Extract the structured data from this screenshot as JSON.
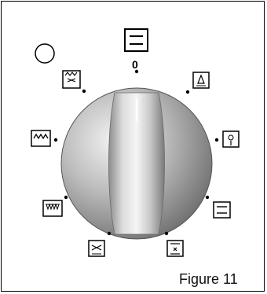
{
  "dial": {
    "zero_label": "0",
    "positions": [
      {
        "name": "off-icon",
        "symbol": "off"
      },
      {
        "name": "defrost-lamp-icon",
        "symbol": "lamp"
      },
      {
        "name": "fan-bottom-icon",
        "symbol": "fan-bottom"
      },
      {
        "name": "top-bottom-heat-icon",
        "symbol": "top-bottom"
      },
      {
        "name": "fan-bottom-heat-icon",
        "symbol": "fan-bottom-heat"
      },
      {
        "name": "fan-only-icon",
        "symbol": "fan"
      },
      {
        "name": "bottom-grill-icon",
        "symbol": "bottom-grill"
      },
      {
        "name": "grill-icon",
        "symbol": "grill"
      },
      {
        "name": "grill-fan-icon",
        "symbol": "grill-fan"
      }
    ]
  },
  "caption": "Figure 11",
  "colors": {
    "line": "#000000",
    "knob_light": "#d9d9d9",
    "knob_mid": "#a8a8a8",
    "knob_dark": "#6e6e6e"
  }
}
